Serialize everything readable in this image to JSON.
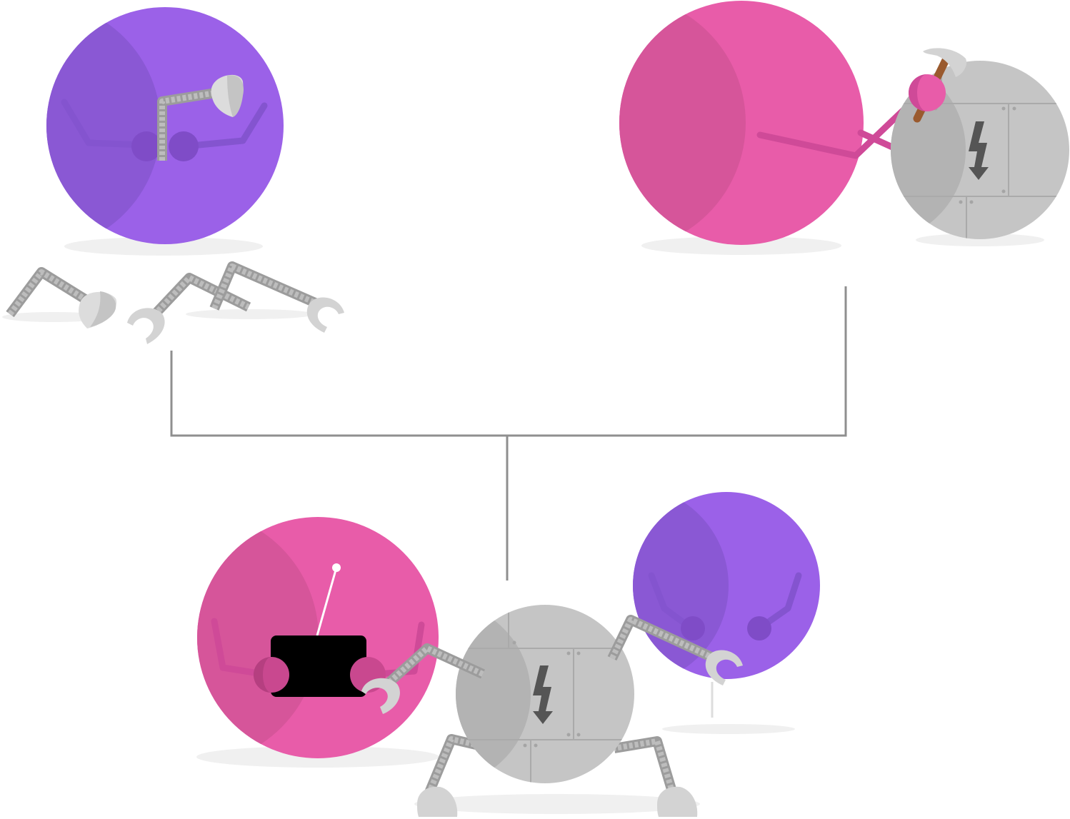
{
  "illustration": {
    "colors": {
      "purple": "#9b61e8",
      "purple_shade": "#8a58d4",
      "purple_joint": "#7f4cc7",
      "pink": "#e85ca9",
      "pink_shade": "#d6559a",
      "pink_joint": "#c9488f",
      "metal": "#c5c5c5",
      "metal_shade": "#b3b3b3",
      "metal_dark": "#9c9c9c",
      "claw": "#d3d3d3",
      "connector": "#8f8f8f",
      "shadow": "#f0f0f0",
      "bolt": "#555555",
      "handle": "#9a5a2e",
      "remote": "#000000"
    },
    "characters": [
      {
        "name": "purple-robot-ball",
        "icon": "robot-arms-ball-icon"
      },
      {
        "name": "pink-ball-with-hammer",
        "icon": "hammer-icon"
      },
      {
        "name": "metal-bolt-ball",
        "icon": "lightning-bolt-icon"
      },
      {
        "name": "pink-ball-with-remote",
        "icon": "remote-control-icon"
      },
      {
        "name": "purple-ball-with-arms",
        "icon": "robot-arms-ball-icon"
      },
      {
        "name": "metal-robot-with-legs",
        "icon": "lightning-bolt-icon"
      }
    ]
  }
}
